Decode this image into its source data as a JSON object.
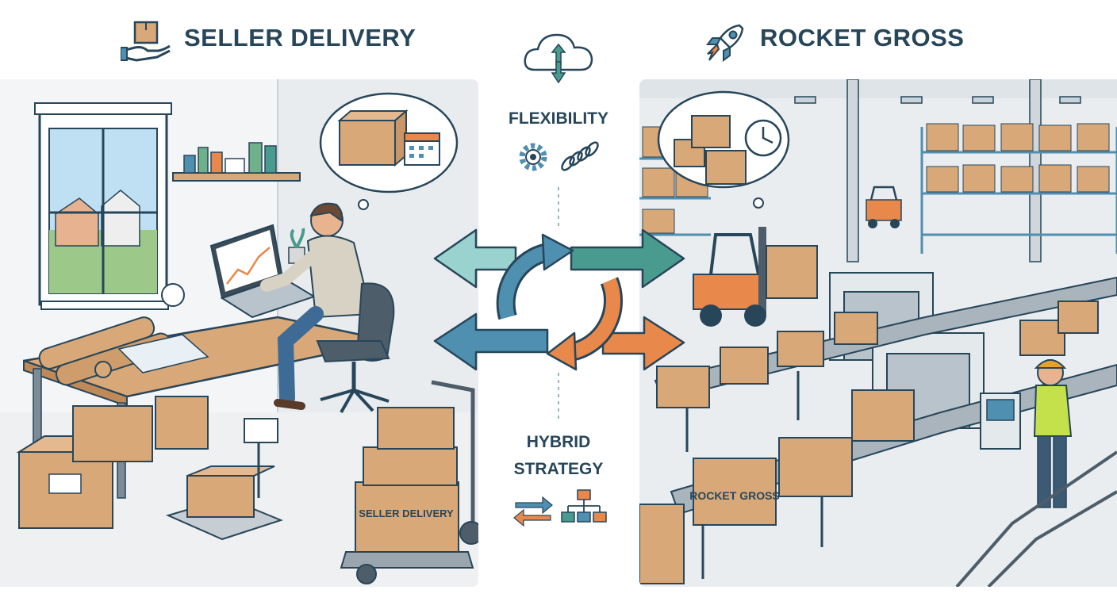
{
  "left_title": "SELLER DELIVERY",
  "right_title": "ROCKET GROSS",
  "center": {
    "label_top": "FLEXIBILITY",
    "label_bottom_line1": "HYBRID",
    "label_bottom_line2": "STRATEGY"
  },
  "box_labels": {
    "seller": "SELLER DELIVERY",
    "rocket": "ROCKET GROSS"
  },
  "colors": {
    "teal": "#4a9b8f",
    "blue": "#4f8fb0",
    "orange": "#e8884a",
    "navy": "#27465a",
    "cardboard": "#d9a878"
  }
}
